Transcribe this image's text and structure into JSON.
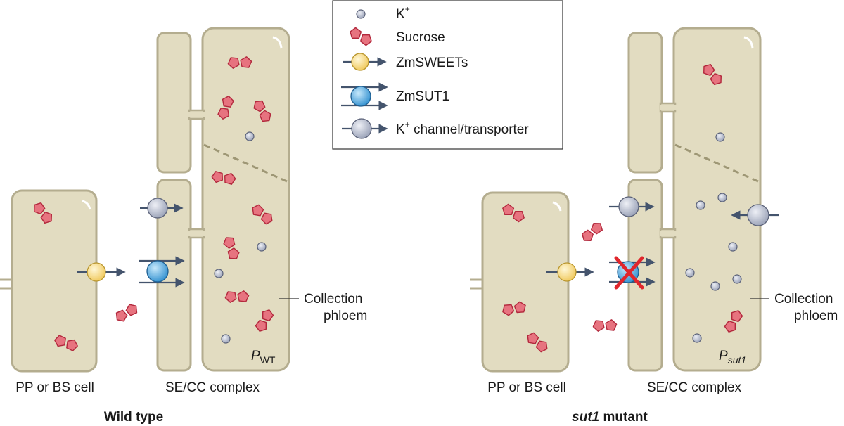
{
  "legend": {
    "k_ion": {
      "label": "K",
      "sup": "+"
    },
    "sucrose": {
      "label": "Sucrose"
    },
    "sweets": {
      "label": "ZmSWEETs"
    },
    "sut1": {
      "label": "ZmSUT1"
    },
    "k_channel": {
      "label": "K",
      "sup": "+",
      "rest": " channel/transporter"
    }
  },
  "panels": {
    "wild_type": {
      "title": "Wild type",
      "cell_left_label": "PP or BS cell",
      "cell_right_label": "SE/CC complex",
      "collection_label_1": "Collection",
      "collection_label_2": "phloem",
      "pressure_symbol": "P",
      "pressure_subscript": "WT"
    },
    "sut1_mutant": {
      "title_italic": "sut1",
      "title_rest": " mutant",
      "cell_left_label": "PP or BS cell",
      "cell_right_label": "SE/CC complex",
      "collection_label_1": "Collection",
      "collection_label_2": "phloem",
      "pressure_symbol": "P",
      "pressure_subscript": "sut1"
    }
  },
  "colors": {
    "cell_fill": "#e2dcc1",
    "cell_stroke": "#b4ad8f",
    "sucrose_fill": "#e7737f",
    "sucrose_stroke": "#b2283c",
    "k_ion": "#b6bccd",
    "sweet": "#fbe08f",
    "sut1": "#5fb2e3",
    "arrow": "#44546d",
    "cross": "#e0262c"
  }
}
